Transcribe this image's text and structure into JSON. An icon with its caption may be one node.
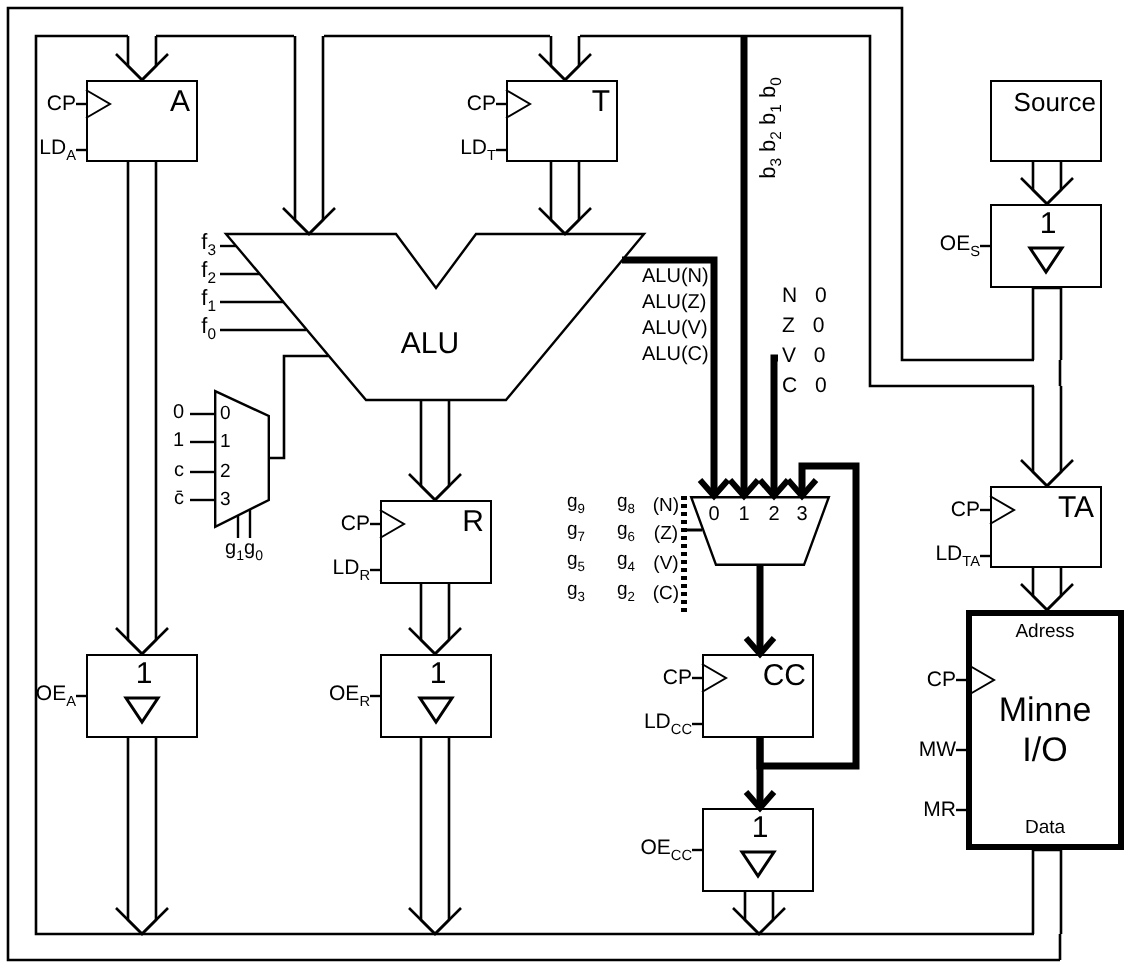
{
  "diagram": {
    "nodes": [
      {
        "text": [
          "A"
        ],
        "beside": [
          "CP",
          "LD$_{A}$"
        ]
      },
      {
        "text": [
          "T"
        ],
        "beside": [
          "CP",
          "LD$_{T}$"
        ]
      },
      {
        "text": [
          "ALU"
        ],
        "beside": [
          "f$_{3}$",
          "f$_{2}$",
          "f$_{1}$",
          "f$_{0}$"
        ]
      },
      {
        "text": [
          "0",
          "1",
          "2",
          "3"
        ],
        "beside": [
          "0",
          "1",
          "c",
          "c̄",
          "g$_{1}$g$_{0}$"
        ]
      },
      {
        "text": [
          "R"
        ],
        "beside": [
          "CP",
          "LD$_{R}$"
        ]
      },
      {
        "text": [
          "1"
        ],
        "beside": [
          "OE$_{A}$"
        ]
      },
      {
        "text": [
          "1"
        ],
        "beside": [
          "OE$_{R}$"
        ]
      },
      {
        "text": [
          "Source"
        ]
      },
      {
        "text": [
          "1"
        ],
        "beside": [
          "OE$_{S}$"
        ]
      },
      {
        "text": [
          "TA"
        ],
        "beside": [
          "CP",
          "LD$_{TA}$"
        ]
      },
      {
        "text": [
          "Adress",
          "Minne I/O",
          "Data"
        ],
        "beside": [
          "CP",
          "MW",
          "MR"
        ]
      },
      {
        "text": [
          "N 0",
          "Z 0",
          "V 0",
          "C 0"
        ]
      },
      {
        "text": [
          "0",
          "1",
          "2",
          "3"
        ]
      },
      {
        "text": [
          "CC"
        ],
        "beside": [
          "CP",
          "LD$_{CC}$"
        ]
      },
      {
        "text": [
          "1"
        ],
        "beside": [
          "OE$_{CC}$"
        ]
      }
    ],
    "edges": [
      {
        "from": null,
        "to": 0,
        "arrow": "to"
      },
      {
        "from": null,
        "to": 2,
        "arrow": "to"
      },
      {
        "from": null,
        "to": 1,
        "arrow": "to"
      },
      {
        "from": 1,
        "to": 2,
        "arrow": "to"
      },
      {
        "from": 0,
        "to": 5,
        "arrow": "to"
      },
      {
        "from": 2,
        "to": 4,
        "arrow": "to"
      },
      {
        "from": 4,
        "to": 6,
        "arrow": "to"
      },
      {
        "from": 3,
        "to": 2,
        "arrow": "none"
      },
      {
        "from": 7,
        "to": 8,
        "arrow": "to"
      },
      {
        "from": 8,
        "to": null,
        "arrow": "none"
      },
      {
        "from": null,
        "to": 9,
        "arrow": "to"
      },
      {
        "from": 9,
        "to": 10,
        "arrow": "to"
      },
      {
        "from": 10,
        "to": null,
        "arrow": "none"
      },
      {
        "from": 5,
        "to": null,
        "arrow": "to"
      },
      {
        "from": 6,
        "to": null,
        "arrow": "to"
      },
      {
        "from": 14,
        "to": null,
        "arrow": "to"
      },
      {
        "from": 2,
        "to": 12,
        "arrow": "to",
        "style": "thick"
      },
      {
        "from": null,
        "to": 12,
        "arrow": "to",
        "style": "thick"
      },
      {
        "from": 11,
        "to": 12,
        "arrow": "to",
        "style": "thick"
      },
      {
        "from": 13,
        "to": 12,
        "arrow": "to",
        "style": "thick"
      },
      {
        "from": 12,
        "to": 13,
        "arrow": "to",
        "style": "thick"
      },
      {
        "from": 13,
        "to": 14,
        "arrow": "to",
        "style": "thick"
      }
    ],
    "labels": [
      "ALU(N)",
      "ALU(Z)",
      "ALU(V)",
      "ALU(C)",
      "b$_{3}$ b$_{2}$ b$_{1}$ b$_{0}$",
      "g$_{9}$",
      "g$_{8}$",
      "(N)",
      "g$_{7}$",
      "g$_{6}$",
      "(Z)",
      "g$_{5}$",
      "g$_{4}$",
      "(V)",
      "g$_{3}$",
      "g$_{2}$",
      "(C)"
    ]
  }
}
